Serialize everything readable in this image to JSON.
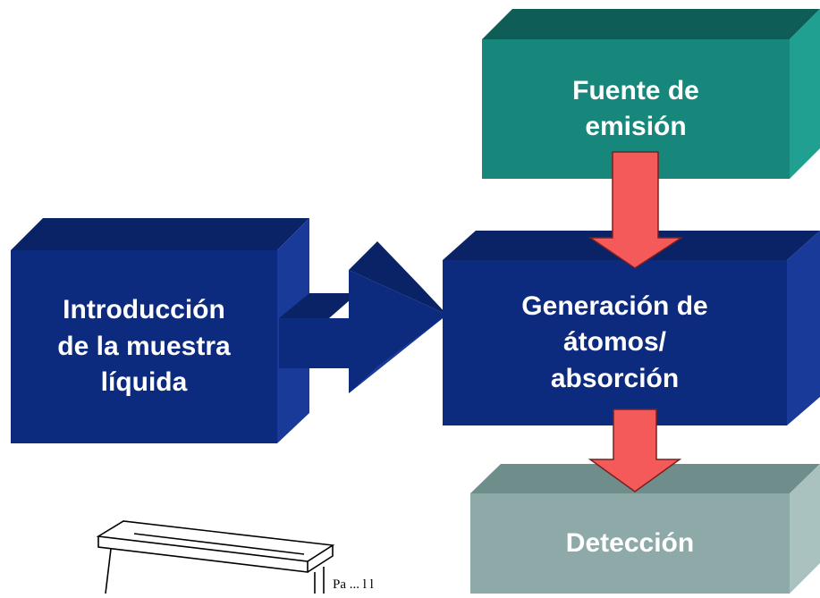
{
  "boxes": {
    "fuente": {
      "label": "Fuente de\nemisión"
    },
    "introduccion": {
      "label": "Introducción\nde la muestra\nlíquida"
    },
    "generacion": {
      "label": "Generación de\nátomos/\nabsorción"
    },
    "deteccion": {
      "label": "Detección"
    }
  },
  "sketch": {
    "caption": "Pa ... l l"
  },
  "colors": {
    "navy_front": "#0c2a7e",
    "navy_top": "#0a2266",
    "navy_side": "#1a3a9a",
    "teal_front": "#16877a",
    "teal_top": "#0f5d57",
    "teal_side": "#1fa091",
    "grey_front": "#8eaaa8",
    "grey_top": "#6f8d8b",
    "grey_side": "#a9c2c0",
    "arrow_red": "#f45a5a"
  }
}
